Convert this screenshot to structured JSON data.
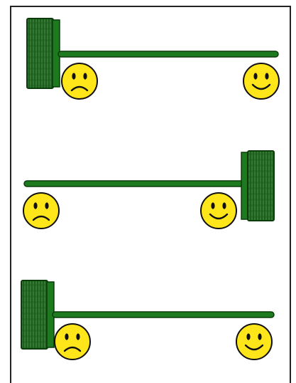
{
  "colors": {
    "frame": "#222222",
    "handle": "#1e7a1e",
    "handle_edge": "#0b3d0b",
    "broom_head": "#2b6e2b",
    "broom_head_dark": "#123f12",
    "broom_texture": "#3f8f3f",
    "face_fill": "#ffe61a",
    "face_edge": "#111111"
  },
  "panels": [
    {
      "id": "panel-1",
      "broom_side": "left",
      "faces": [
        {
          "mood": "sad",
          "icon": "sad-face-icon"
        },
        {
          "mood": "happy",
          "icon": "happy-face-icon"
        }
      ]
    },
    {
      "id": "panel-2",
      "broom_side": "right",
      "faces": [
        {
          "mood": "sad",
          "icon": "sad-face-icon"
        },
        {
          "mood": "happy",
          "icon": "happy-face-icon"
        }
      ]
    },
    {
      "id": "panel-3",
      "broom_side": "left",
      "faces": [
        {
          "mood": "sad",
          "icon": "sad-face-icon"
        },
        {
          "mood": "happy",
          "icon": "happy-face-icon"
        }
      ]
    }
  ]
}
